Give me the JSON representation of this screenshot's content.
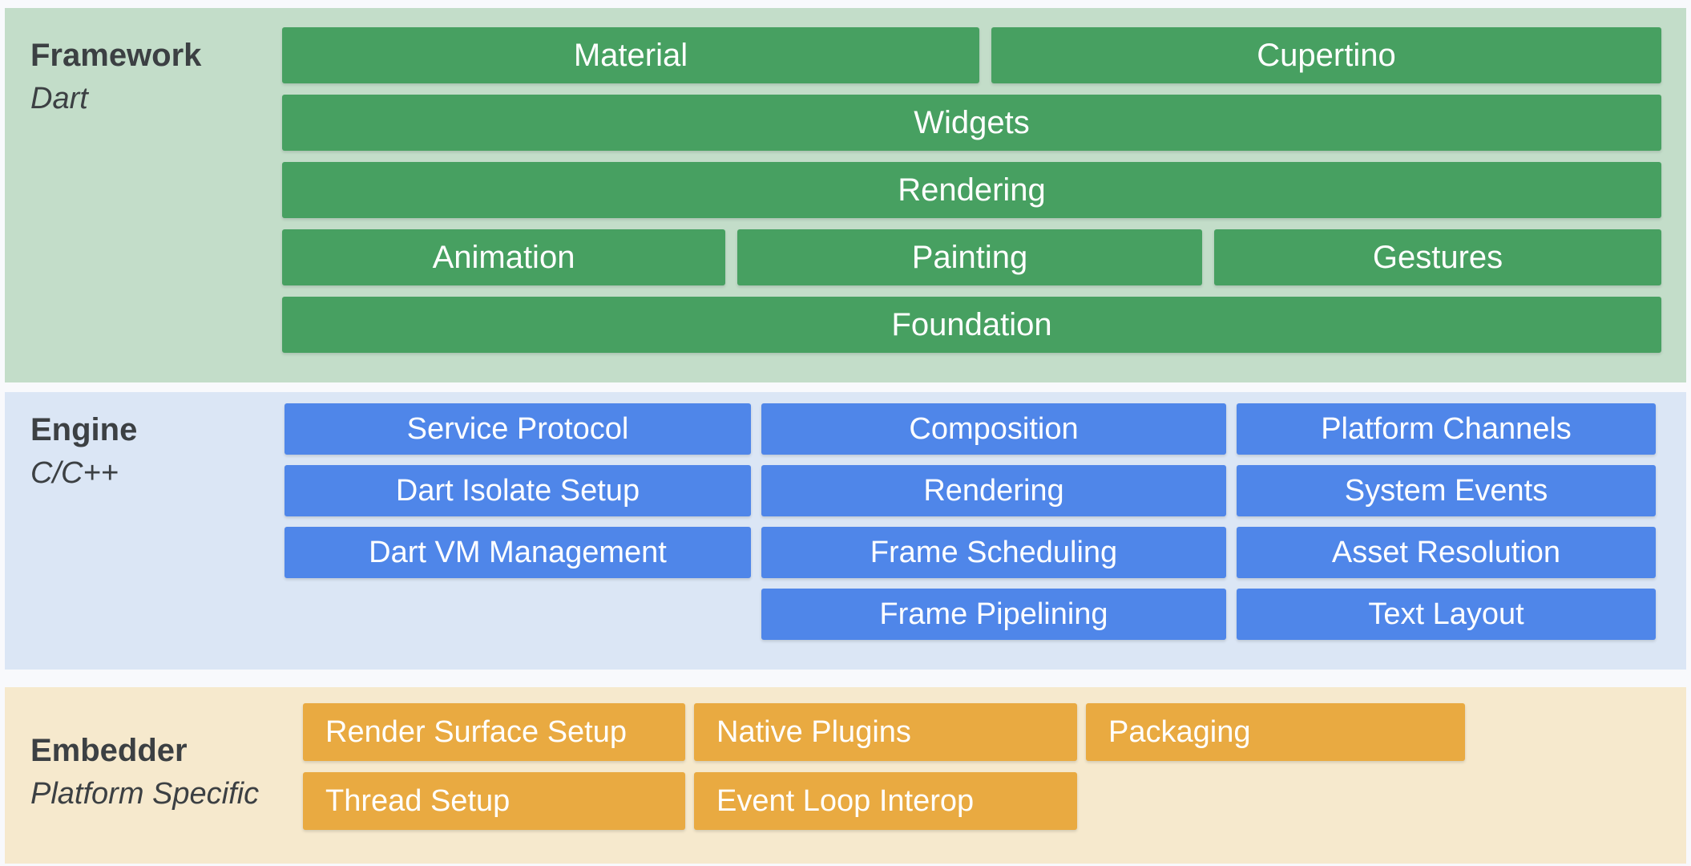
{
  "palette": {
    "framework_bg": "#c3ddc9",
    "framework_box": "#47a061",
    "engine_bg": "#dbe6f5",
    "engine_box": "#4f86e9",
    "embedder_bg": "#f6e9cd",
    "embedder_box": "#e9aa41",
    "title_color": "#3c4043",
    "box_text": "#ffffff"
  },
  "framework": {
    "title": "Framework",
    "subtitle": "Dart",
    "boxes": {
      "material": "Material",
      "cupertino": "Cupertino",
      "widgets": "Widgets",
      "rendering": "Rendering",
      "animation": "Animation",
      "painting": "Painting",
      "gestures": "Gestures",
      "foundation": "Foundation"
    }
  },
  "engine": {
    "title": "Engine",
    "subtitle": "C/C++",
    "col1": [
      "Service Protocol",
      "Dart Isolate Setup",
      "Dart VM Management"
    ],
    "col2": [
      "Composition",
      "Rendering",
      "Frame Scheduling",
      "Frame Pipelining"
    ],
    "col3": [
      "Platform Channels",
      "System Events",
      "Asset Resolution",
      "Text Layout"
    ]
  },
  "embedder": {
    "title": "Embedder",
    "subtitle": "Platform Specific",
    "row1": [
      "Render Surface Setup",
      "Native Plugins",
      "Packaging"
    ],
    "row2": [
      "Thread Setup",
      "Event Loop Interop"
    ]
  }
}
